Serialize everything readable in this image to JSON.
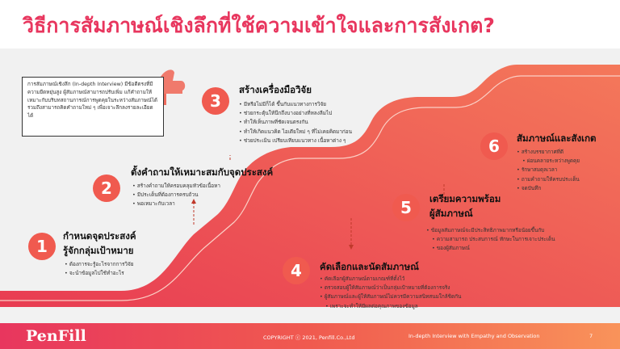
{
  "title": "วิธีการสัมภาษณ์เชิงลึกที่ใช้ความเข้าใจและการสังเกต?",
  "intro": "การสัมภาษณ์เชิงลึก (In-depth Interview) มีข้อดีตรงที่มีความยืดหยุ่นสูง ผู้สัมภาษณ์สามารถปรับเพิ่ม แก้คำถามให้เหมาะกับบริบทสถานการณ์การพูดคุยในระหว่างสัมภาษณ์ได้ รวมถึงสามารถคิดคำถามใหม่ ๆ เพื่อเจาะลึกลงรายละเอียดได้",
  "steps": [
    {
      "num": "1",
      "title_lines": [
        "กำหนดจุดประสงค์",
        "รู้จักกลุ่มเป้าหมาย"
      ],
      "bullets": [
        "ต้องการจะรู้อะไรจากการวิจัย",
        "จะนำข้อมูลไปใช้ทำอะไร"
      ]
    },
    {
      "num": "2",
      "title_lines": [
        "ตั้งคำถามให้เหมาะสมกับจุดประสงค์"
      ],
      "bullets": [
        "สร้างคำถามให้ครอบคลุมหัวข้อเนื้อหา",
        "มีประเด็นที่ต้องการครบถ้วน",
        "พอเหมาะกับเวลา"
      ]
    },
    {
      "num": "3",
      "title_lines": [
        "สร้างเครื่องมือวิจัย"
      ],
      "bullets": [
        "มีหรือไม่มีก็ได้ ขึ้นกับแนวทางการวิจัย",
        "ช่วยกระตุ้นให้นึกถึงบางอย่างที่หลงลืมไป",
        "ทำให้เห็นภาพที่ชัดเจนตรงกัน",
        "ทำให้เกิดแนวคิด ไอเดียใหม่ ๆ ที่ไม่เคยคิดมาก่อน",
        "ช่วยประเมิน เปรียบเทียบแนวทาง เนื้อหาต่าง ๆ"
      ]
    },
    {
      "num": "4",
      "title_lines": [
        "คัดเลือกและนัดสัมภาษณ์"
      ],
      "bullets": [
        "คัดเลือกผู้สัมภาษณ์ตามเกณฑ์ที่ตั้งไว้",
        "ตรวจสอบผู้ให้สัมภาษณ์ว่าเป็นกลุ่มเป้าหมายที่ต้องการจริง",
        "ผู้สัมภาษณ์และผู้ให้สัมภาษณ์ไม่ควรมีความสนิทสนมใกล้ชิดกัน",
        "เพราะจะทำให้มีผลต่อคุณภาพของข้อมูล"
      ]
    },
    {
      "num": "5",
      "title_lines": [
        "เตรียมความพร้อม",
        "ผู้สัมภาษณ์"
      ],
      "bullets": [
        "ข้อมูลสัมภาษณ์จะมีประสิทธิภาพมากหรือน้อยขึ้นกับ",
        "ความสามารถ ประสบการณ์ ทักษะในการเจาะประเด็น",
        "ของผู้สัมภาษณ์"
      ]
    },
    {
      "num": "6",
      "title_lines": [
        "สัมภาษณ์และสังเกต"
      ],
      "bullets": [
        "สร้างบรรยากาศที่ดี",
        "ผ่อนคลายระหว่างพูดคุย",
        "รักษาสมดุลเวลา",
        "ถามคำถามให้ครบประเด็น",
        "จดบันทึก"
      ]
    }
  ],
  "footer": {
    "logo": "PenFill",
    "copyright": "COPYRIGHT ⓒ 2021, Penfill.Co.,Ltd",
    "title": "In-depth Interview with Empathy and Observation",
    "page": "7"
  },
  "colors": {
    "accent": "#e8365e",
    "step": "#f05a4f",
    "stairs": "#f05a4f"
  }
}
